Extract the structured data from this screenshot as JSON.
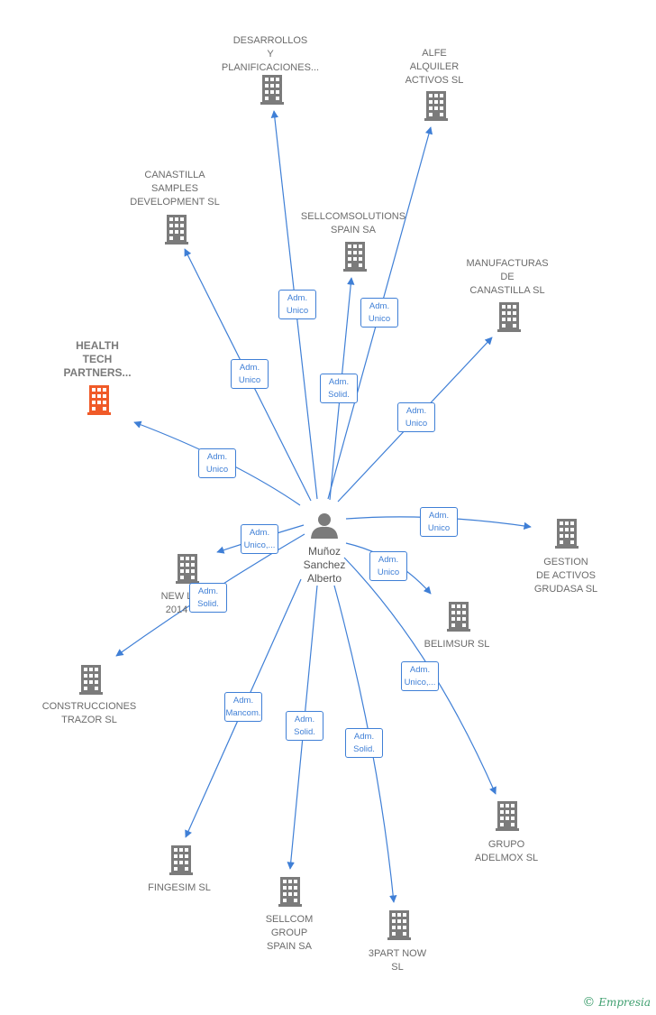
{
  "center": {
    "name": "Muñoz\nSanchez\nAlberto",
    "icon": "person-icon"
  },
  "colors": {
    "edge": "#3f7fd6",
    "building": "#7b7b7b",
    "highlight": "#f05a28",
    "label": "#6b6b6b"
  },
  "companies": [
    {
      "id": "desarrollos",
      "name": "DESARROLLOS\nY\nPLANIFICACIONES...",
      "role": "Adm.\nUnico",
      "highlight": false
    },
    {
      "id": "alfe",
      "name": "ALFE\nALQUILER\nACTIVOS  SL",
      "role": "Adm.\nUnico",
      "highlight": false
    },
    {
      "id": "canastilla-samples",
      "name": "CANASTILLA\nSAMPLES\nDEVELOPMENT SL",
      "role": "Adm.\nUnico",
      "highlight": false
    },
    {
      "id": "sellcomsolutions",
      "name": "SELLCOMSOLUTIONS\nSPAIN SA",
      "role": "Adm.\nSolid.",
      "highlight": false
    },
    {
      "id": "manufacturas",
      "name": "MANUFACTURAS\nDE\nCANASTILLA SL",
      "role": "Adm.\nUnico",
      "highlight": false
    },
    {
      "id": "health-tech",
      "name": "HEALTH\nTECH\nPARTNERS...",
      "role": "Adm.\nUnico",
      "highlight": true
    },
    {
      "id": "gestion-activos",
      "name": "GESTION\nDE ACTIVOS\nGRUDASA  SL",
      "role": "Adm.\nUnico",
      "highlight": false
    },
    {
      "id": "new-l",
      "name": "NEW L\n2014",
      "role": "Adm.\nUnico,...",
      "highlight": false
    },
    {
      "id": "belimsur",
      "name": "BELIMSUR SL",
      "role": "Adm.\nUnico",
      "highlight": false
    },
    {
      "id": "construcciones",
      "name": "CONSTRUCCIONES\nTRAZOR SL",
      "role": "Adm.\nSolid.",
      "highlight": false
    },
    {
      "id": "grupo-adelmox",
      "name": "GRUPO\nADELMOX  SL",
      "role": "Adm.\nUnico,...",
      "highlight": false
    },
    {
      "id": "fingesim",
      "name": "FINGESIM SL",
      "role": "Adm.\nMancom.",
      "highlight": false
    },
    {
      "id": "sellcom-group",
      "name": "SELLCOM\nGROUP\nSPAIN SA",
      "role": "Adm.\nSolid.",
      "highlight": false
    },
    {
      "id": "3part-now",
      "name": "3PART NOW\nSL",
      "role": "Adm.\nSolid.",
      "highlight": false
    }
  ],
  "watermark": {
    "symbol": "©",
    "text": "Empresia"
  }
}
